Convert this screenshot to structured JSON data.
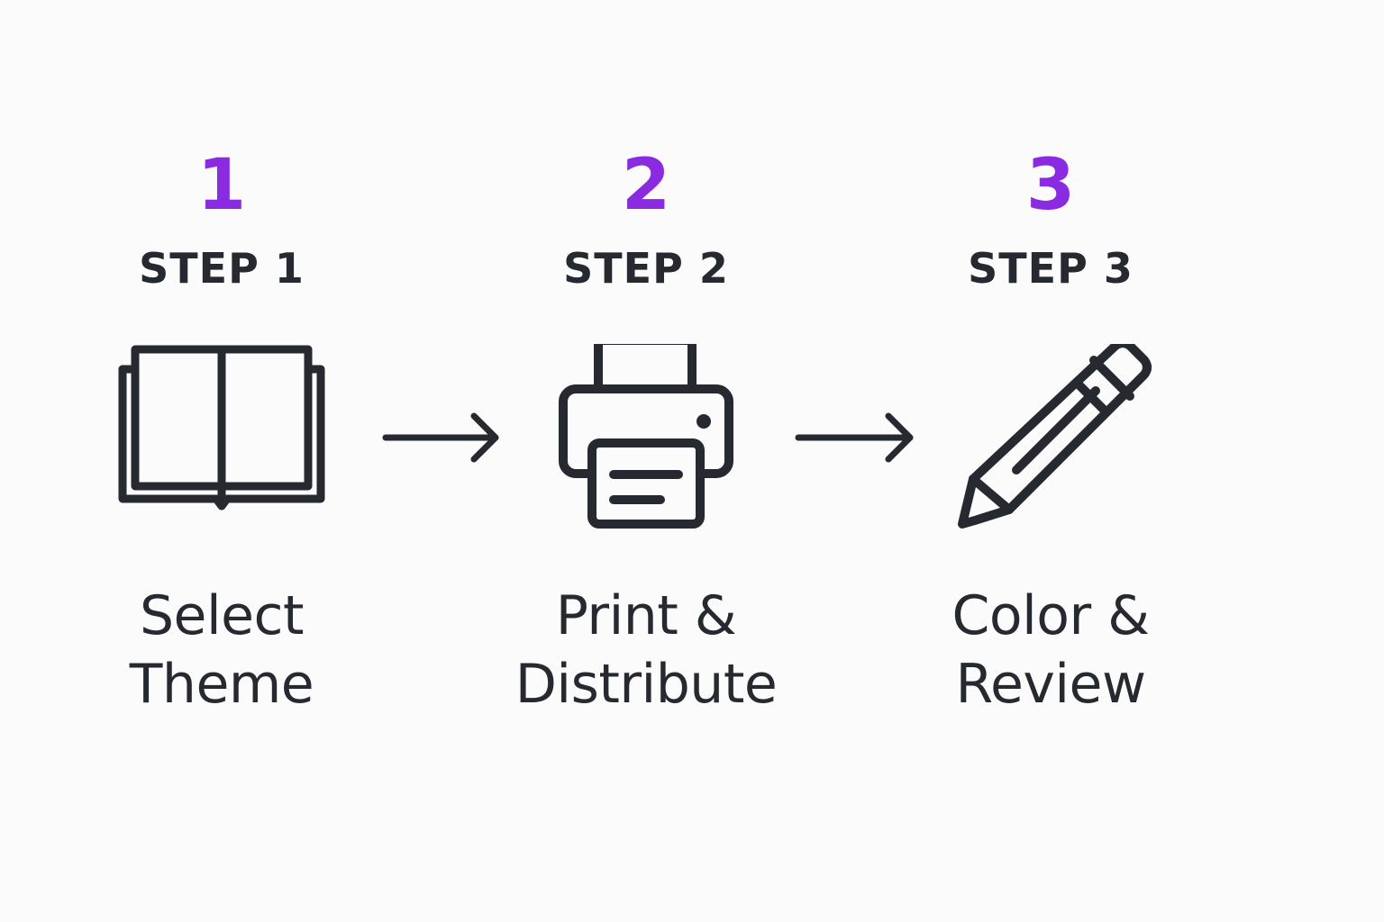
{
  "colors": {
    "accent": "#8a2be2",
    "ink": "#262a30",
    "background": "#fbfbfb"
  },
  "steps": [
    {
      "number": "1",
      "label": "STEP 1",
      "icon": "book-icon",
      "title_line1": "Select",
      "title_line2": "Theme"
    },
    {
      "number": "2",
      "label": "STEP 2",
      "icon": "printer-icon",
      "title_line1": "Print &",
      "title_line2": "Distribute"
    },
    {
      "number": "3",
      "label": "STEP 3",
      "icon": "pencil-icon",
      "title_line1": "Color &",
      "title_line2": "Review"
    }
  ],
  "connectors": [
    {
      "icon": "arrow-right-icon"
    },
    {
      "icon": "arrow-right-icon"
    }
  ]
}
